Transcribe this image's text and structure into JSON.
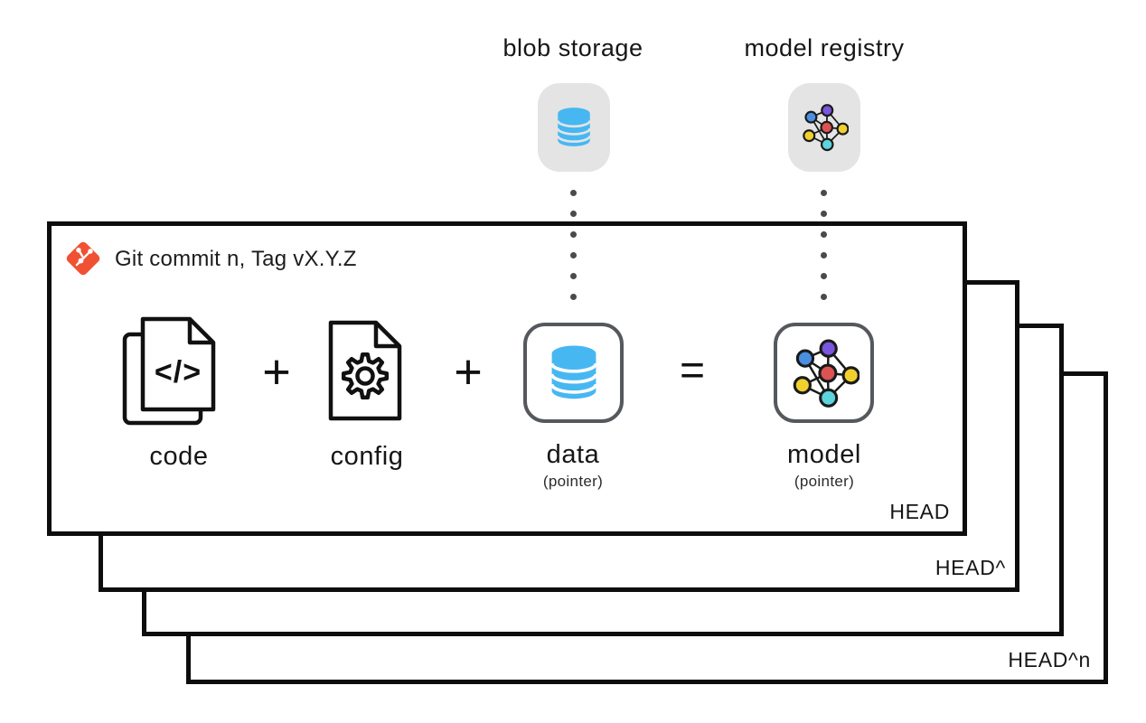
{
  "palette": {
    "card_border": "#0d0d0d",
    "tile_gray": "#e4e4e4",
    "tile_border": "#55585c",
    "db_cyan": "#47b7f2",
    "dot_gray": "#4a4a4a",
    "git_orange": "#f05133",
    "node_purple": "#7a55dd",
    "node_blue": "#4a8fe0",
    "node_red": "#dd5353",
    "node_yellow": "#f0d02e",
    "node_cyan": "#5cd3dd"
  },
  "icons": {
    "blob": "database-icon",
    "registry": "neural-network-icon",
    "git": "git-logo-icon",
    "code": "code-file-icon",
    "config": "config-file-icon",
    "data": "database-icon",
    "model": "neural-network-icon"
  },
  "top": {
    "blob_label": "blob storage",
    "registry_label": "model registry"
  },
  "commit_card": {
    "title": "Git commit n, Tag vX.Y.Z",
    "code_glyph": "</>",
    "items": [
      {
        "label": "code"
      },
      {
        "label": "config"
      },
      {
        "label": "data",
        "sublabel": "(pointer)"
      },
      {
        "label": "model",
        "sublabel": "(pointer)"
      }
    ],
    "operators": {
      "plus": "+",
      "equals": "="
    }
  },
  "stack": {
    "head_label": "HEAD",
    "head_parent_label": "HEAD^",
    "head_n_label": "HEAD^n"
  }
}
